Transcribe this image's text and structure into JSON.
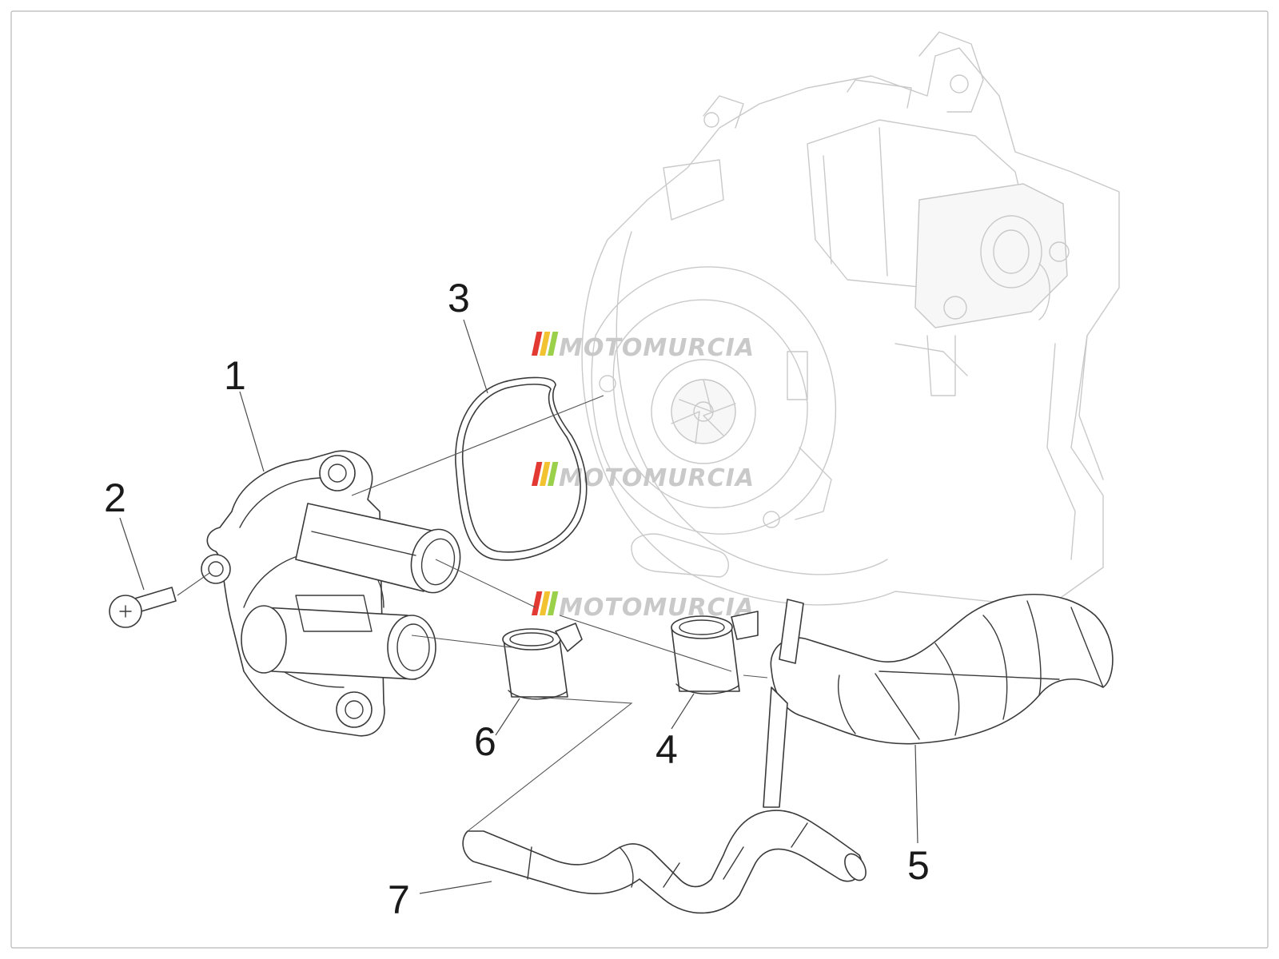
{
  "callouts": [
    {
      "id": "1",
      "label": "1"
    },
    {
      "id": "2",
      "label": "2"
    },
    {
      "id": "3",
      "label": "3"
    },
    {
      "id": "4",
      "label": "4"
    },
    {
      "id": "5",
      "label": "5"
    },
    {
      "id": "6",
      "label": "6"
    },
    {
      "id": "7",
      "label": "7"
    }
  ],
  "watermark": {
    "text": "MOTOMURCIA",
    "stripe_colors": [
      "#e23a32",
      "#f2c230",
      "#9ad04a"
    ]
  },
  "colors": {
    "line_art": "#3a3a3a",
    "ghost_engine": "#c9c9c9",
    "frame": "#b8b8b8"
  }
}
